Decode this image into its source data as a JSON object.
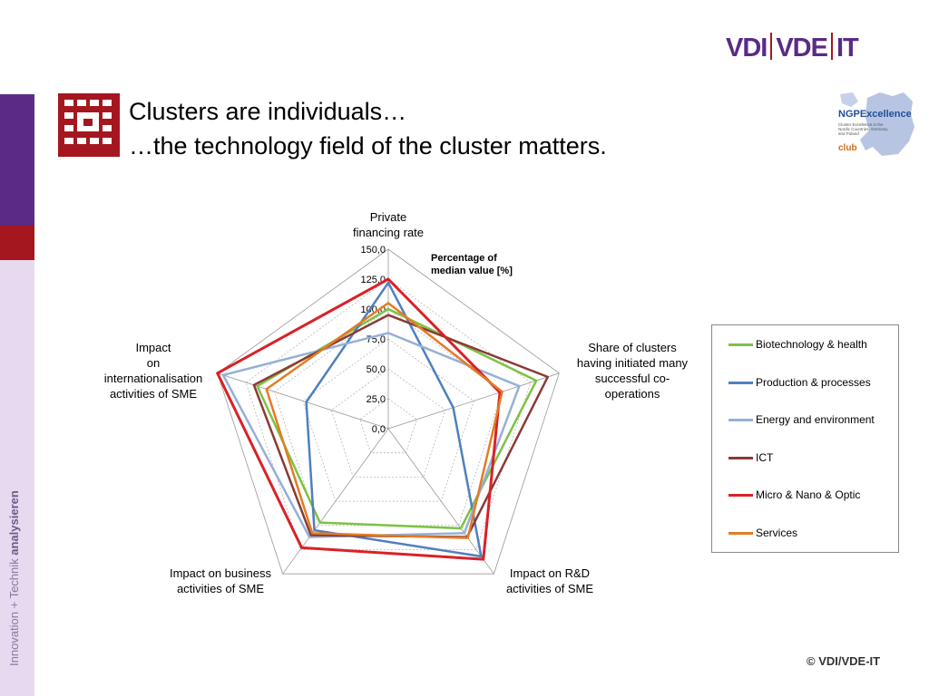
{
  "sidebar": {
    "text_normal": "Innovation + Technik ",
    "text_bold": "analysieren"
  },
  "title": {
    "line1": "Clusters are individuals…",
    "line2": "…the technology field of the cluster matters."
  },
  "brand": {
    "vdi": "VDI",
    "vde": "VDE",
    "it": "IT"
  },
  "ngp": {
    "title": "NGPExcellence",
    "subtitle": "Cluster Excellence in the Nordic Countries, Germany and Poland",
    "club": "club"
  },
  "copyright": "© VDI/VDE-IT",
  "chart_data": {
    "type": "radar",
    "axes": [
      "Private financing rate",
      "Share of clusters having initiated many successful co-operations",
      "Impact on R&D activities of SME",
      "Impact on business activities of SME",
      "Impact on internationalisation activities of SME"
    ],
    "axis_label_lines": [
      [
        "Private",
        "financing rate"
      ],
      [
        "Share of clusters",
        "having initiated many",
        "successful co-",
        "operations"
      ],
      [
        "Impact on R&D",
        "activities of SME"
      ],
      [
        "Impact on business",
        "activities of SME"
      ],
      [
        "Impact",
        "on",
        "internationalisation",
        "activities of SME"
      ]
    ],
    "scale_label_lines": [
      "Percentage of",
      "median value [%]"
    ],
    "range": [
      0,
      150
    ],
    "ticks": [
      "0,0",
      "25,0",
      "50,0",
      "75,0",
      "100,0",
      "125,0",
      "150,0"
    ],
    "tick_values": [
      0,
      25,
      50,
      75,
      100,
      125,
      150
    ],
    "grid": true,
    "legend_position": "right",
    "series": [
      {
        "name": "Biotechnology & health",
        "color": "#7dc243",
        "values": [
          100,
          130,
          103,
          97,
          115
        ]
      },
      {
        "name": "Production & processes",
        "color": "#4f7fbf",
        "values": [
          122,
          57,
          132,
          105,
          72
        ]
      },
      {
        "name": "Energy and environment",
        "color": "#95b0d6",
        "values": [
          80,
          115,
          108,
          112,
          145
        ]
      },
      {
        "name": "ICT",
        "color": "#8b3a35",
        "values": [
          95,
          140,
          112,
          110,
          118
        ]
      },
      {
        "name": "Micro & Nano & Optic",
        "color": "#d92127",
        "values": [
          125,
          98,
          135,
          123,
          150
        ]
      },
      {
        "name": "Services",
        "color": "#e47b24",
        "values": [
          105,
          100,
          113,
          108,
          107
        ]
      }
    ]
  }
}
